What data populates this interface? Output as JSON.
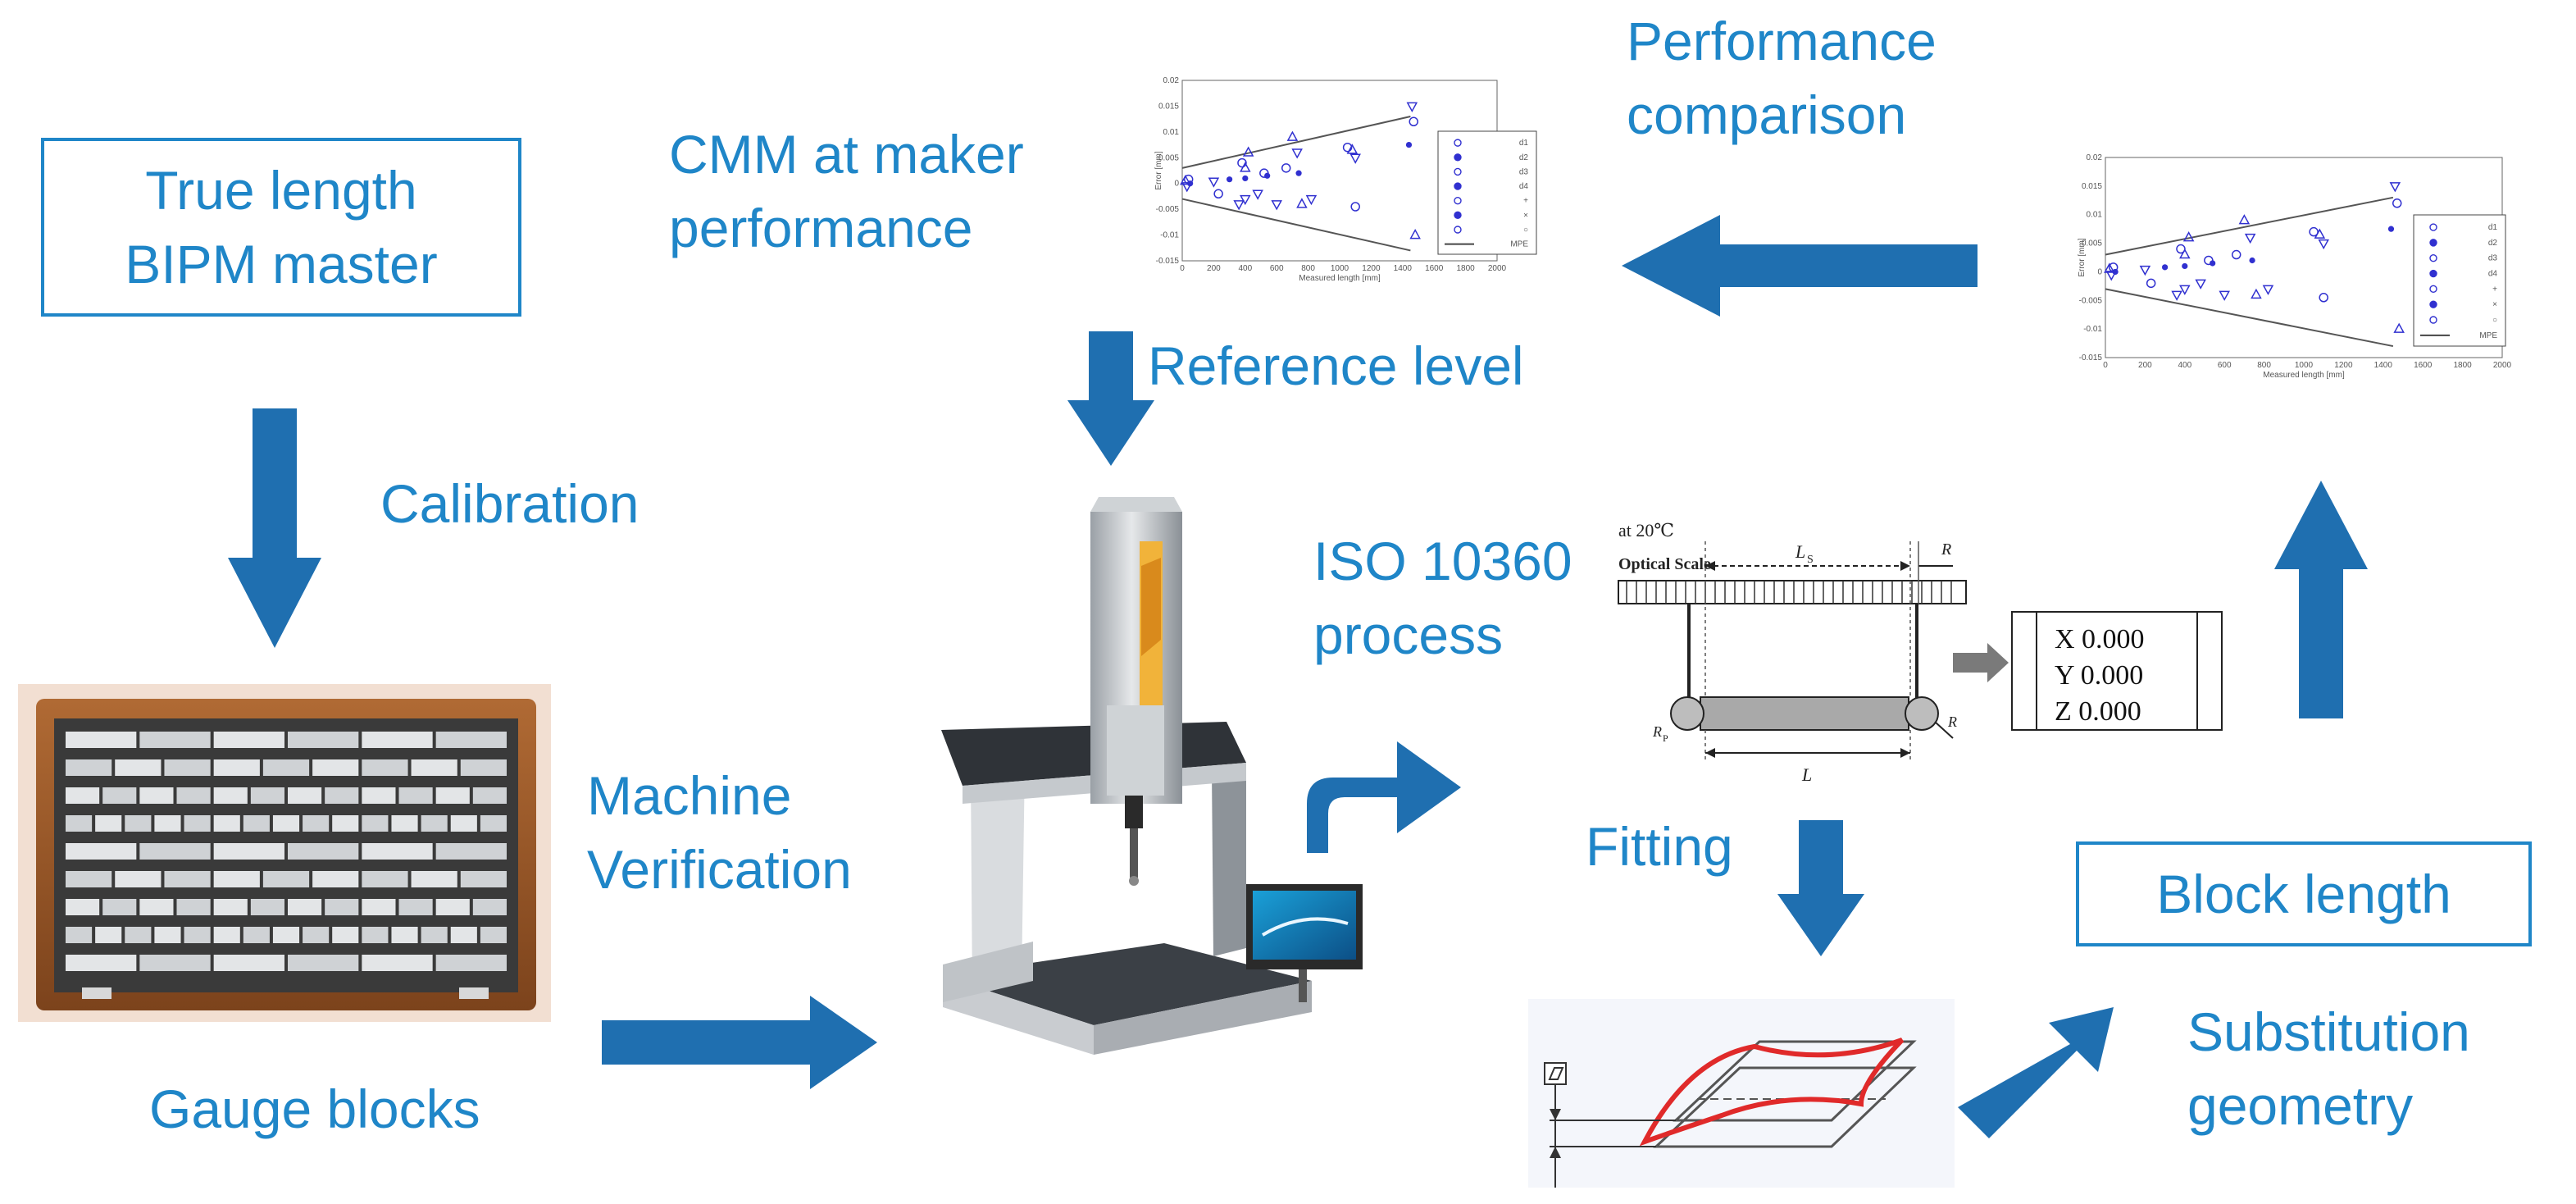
{
  "labels": {
    "true_length_line1": "True length",
    "true_length_line2": "BIPM master",
    "calibration": "Calibration",
    "gauge_blocks": "Gauge blocks",
    "machine_verification_line1": "Machine",
    "machine_verification_line2": "Verification",
    "cmm_line1": "CMM at maker",
    "cmm_line2": "performance",
    "reference_level": "Reference level",
    "performance_comparison_line1": "Performance",
    "performance_comparison_line2": "comparison",
    "iso_line1": "ISO 10360",
    "iso_line2": "process",
    "fitting": "Fitting",
    "block_length": "Block length",
    "substitution_line1": "Substitution",
    "substitution_line2": "geometry"
  },
  "iso_diagram": {
    "temperature": "at 20℃",
    "optical_scale": "Optical Scale",
    "ls": "L",
    "ls_sub": "S",
    "r_top": "R",
    "r_left": "R",
    "r_left_sub": "P",
    "r_right": "R",
    "l": "L",
    "readout_x": "X 0.000",
    "readout_y": "Y 0.000",
    "readout_z": "Z 0.000"
  },
  "mini_chart": {
    "ylabel": "Error [mm]",
    "xlabel": "Measured length [mm]",
    "yticks": [
      "0.02",
      "0.015",
      "0.01",
      "0.005",
      "0",
      "-0.005",
      "-0.01",
      "-0.015"
    ],
    "xticks": [
      "0",
      "200",
      "400",
      "600",
      "800",
      "1000",
      "1200",
      "1400",
      "1600",
      "1800",
      "2000"
    ],
    "legend": [
      "d1",
      "d2",
      "d3",
      "d4",
      "+",
      "×",
      "○",
      "MPE"
    ]
  },
  "chart_data": [
    {
      "type": "scatter",
      "xlabel": "Measured length [mm]",
      "ylabel": "Error [mm]",
      "xlim": [
        0,
        2000
      ],
      "ylim": [
        -0.015,
        0.02
      ],
      "mpe_upper": [
        [
          0,
          0.003
        ],
        [
          1450,
          0.013
        ]
      ],
      "mpe_lower": [
        [
          0,
          -0.003
        ],
        [
          1450,
          -0.013
        ]
      ],
      "points": [
        [
          20,
          0.0005
        ],
        [
          30,
          -0.0005
        ],
        [
          40,
          0.0008
        ],
        [
          50,
          0.0,
          "filled"
        ],
        [
          200,
          0.0004
        ],
        [
          230,
          -0.002
        ],
        [
          300,
          0.0008,
          "filled"
        ],
        [
          360,
          -0.004
        ],
        [
          380,
          0.004
        ],
        [
          400,
          0.003
        ],
        [
          400,
          -0.003
        ],
        [
          400,
          0.001,
          "filled"
        ],
        [
          420,
          0.006
        ],
        [
          480,
          -0.002
        ],
        [
          520,
          0.002
        ],
        [
          540,
          0.0015,
          "filled"
        ],
        [
          600,
          -0.004
        ],
        [
          660,
          0.003
        ],
        [
          700,
          0.009
        ],
        [
          730,
          0.006
        ],
        [
          740,
          0.002,
          "filled"
        ],
        [
          760,
          -0.004
        ],
        [
          820,
          -0.003
        ],
        [
          1050,
          0.007
        ],
        [
          1080,
          0.0065
        ],
        [
          1100,
          0.005
        ],
        [
          1100,
          -0.0045
        ],
        [
          1440,
          0.0075,
          "filled"
        ],
        [
          1460,
          0.015
        ],
        [
          1470,
          0.012
        ],
        [
          1480,
          -0.01
        ]
      ]
    }
  ]
}
